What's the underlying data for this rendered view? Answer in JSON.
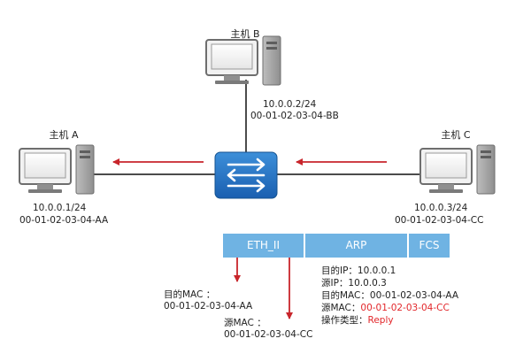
{
  "colors": {
    "arrow": "#c8252b",
    "line": "#111111",
    "field": "#6fb3e3",
    "field_divider": "#ffffff",
    "highlight": "#e2262a",
    "switch_gradient_top": "#3d8fd9",
    "switch_gradient_bottom": "#1a5fb0"
  },
  "icons": {
    "host": "desktop-computer-icon",
    "switch": "network-switch-icon"
  },
  "hosts": {
    "a": {
      "title": "主机 A",
      "ip": "10.0.0.1/24",
      "mac": "00-01-02-03-04-AA"
    },
    "b": {
      "title": "主机 B",
      "ip": "10.0.0.2/24",
      "mac": "00-01-02-03-04-BB"
    },
    "c": {
      "title": "主机 C",
      "ip": "10.0.0.3/24",
      "mac": "00-01-02-03-04-CC"
    }
  },
  "frame": {
    "fields": [
      "ETH_II",
      "ARP",
      "FCS"
    ]
  },
  "eth_annotations": {
    "dst_label": "目的MAC ：",
    "dst_value": "00-01-02-03-04-AA",
    "src_label": "源MAC ：",
    "src_value": "00-01-02-03-04-CC"
  },
  "arp_details": {
    "dst_ip": "目的IP：10.0.0.1",
    "src_ip": "源IP：10.0.0.3",
    "dst_mac": "目的MAC：00-01-02-03-04-AA",
    "src_mac_label": "源MAC：",
    "src_mac_value": "00-01-02-03-04-CC",
    "op_label": "操作类型：",
    "op_value": "Reply"
  }
}
